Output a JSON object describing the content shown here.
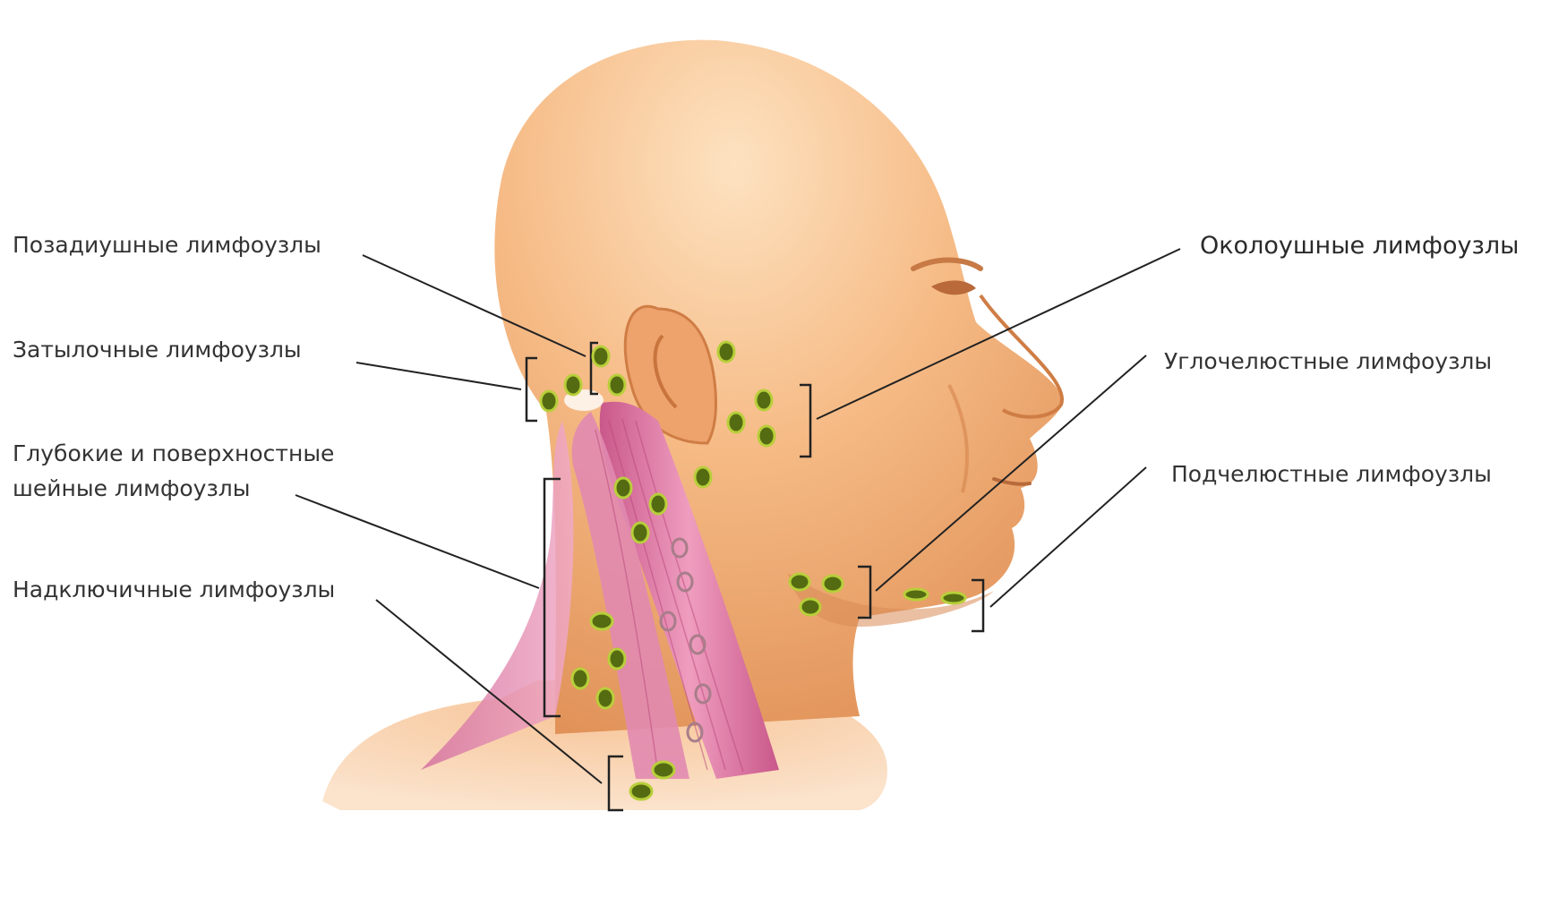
{
  "labels": {
    "posterior_auricular": "Позадиушные лимфоузлы",
    "occipital": "Затылочные лимфоузлы",
    "cervical_line1": "Глубокие и поверхностные",
    "cervical_line2": "шейные лимфоузлы",
    "supraclavicular": "Надключичные лимфоузлы",
    "parotid": "Околоушные лимфоузлы",
    "jugulodigastric": "Углочелюстные лимфоузлы",
    "submandibular": "Подчелюстные лимфоузлы"
  },
  "colors": {
    "skin_light": "#fbd3a8",
    "skin_mid": "#f2ab74",
    "skin_dark": "#d8834b",
    "muscle": "#d66e9c",
    "muscle_light": "#eba3c2",
    "node_fill": "#556b12",
    "node_ring": "#b8cf3a",
    "node_hollow": "#a87d8a",
    "line": "#222222"
  }
}
